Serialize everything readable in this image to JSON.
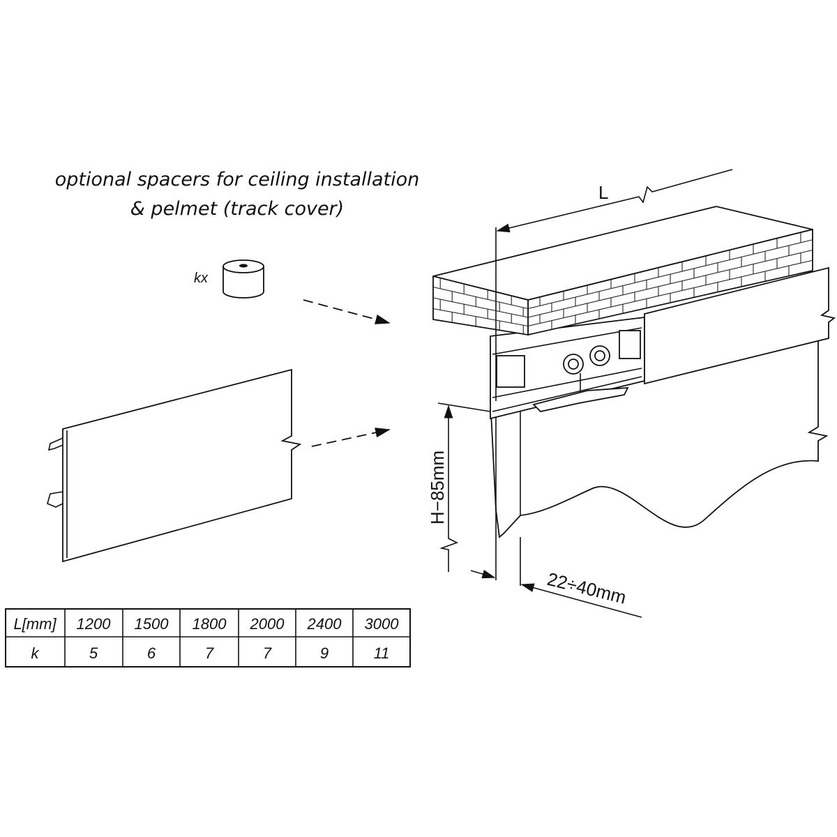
{
  "title": {
    "line1": "optional spacers for ceiling installation",
    "line2": "& pelmet (track cover)"
  },
  "spacer_label": "kx",
  "dimensions": {
    "length": "L",
    "height": "H−85mm",
    "thickness": "22÷40mm"
  },
  "table": {
    "header_label": "L[mm]",
    "row_label": "k",
    "lengths": [
      "1200",
      "1500",
      "1800",
      "2000",
      "2400",
      "3000"
    ],
    "k_values": [
      "5",
      "6",
      "7",
      "7",
      "9",
      "11"
    ]
  }
}
